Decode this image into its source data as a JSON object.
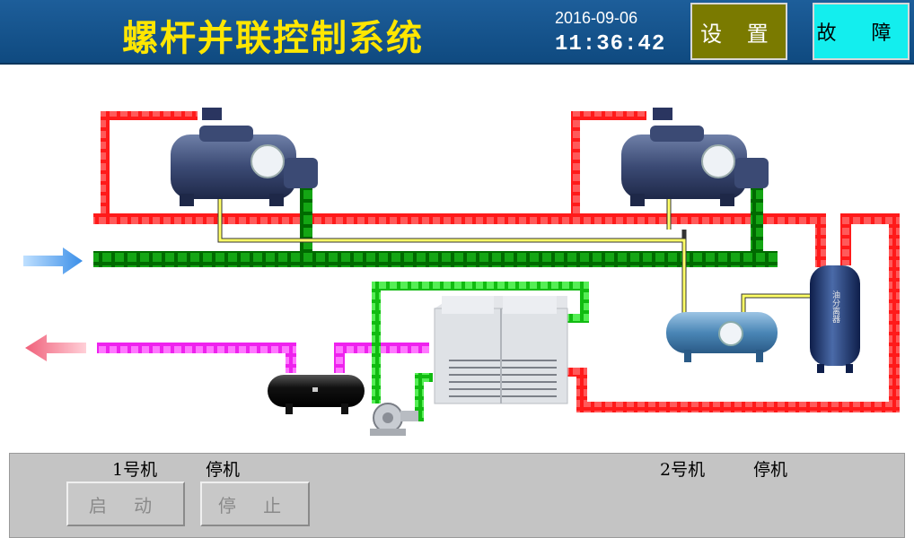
{
  "header": {
    "title": "螺杆并联控制系统",
    "date": "2016-09-06",
    "time": "11:36:42",
    "settings_label": "设 置",
    "fault_label": "故 障"
  },
  "diagram": {
    "separator_label": "油分离器"
  },
  "panel": {
    "unit1": {
      "name": "1号机",
      "status": "停机",
      "start_label": "启 动",
      "stop_label": "停 止"
    },
    "unit2": {
      "name": "2号机",
      "status": "停机"
    }
  },
  "colors": {
    "header_bg": "#165893",
    "title": "#ffe600",
    "settings_btn": "#7a7a00",
    "fault_btn": "#13eeee",
    "discharge_pipe": "#ff1a1a",
    "suction_pipe": "#008a00",
    "liquid_pipe": "#ff30ff",
    "water_pipe": "#22dd22",
    "oil_line": "#ffff66"
  },
  "icons": [
    "compressor-icon",
    "oil-separator-icon",
    "receiver-tank-icon",
    "cooling-tower-icon",
    "pump-icon",
    "arrow-in-icon",
    "arrow-out-icon"
  ]
}
